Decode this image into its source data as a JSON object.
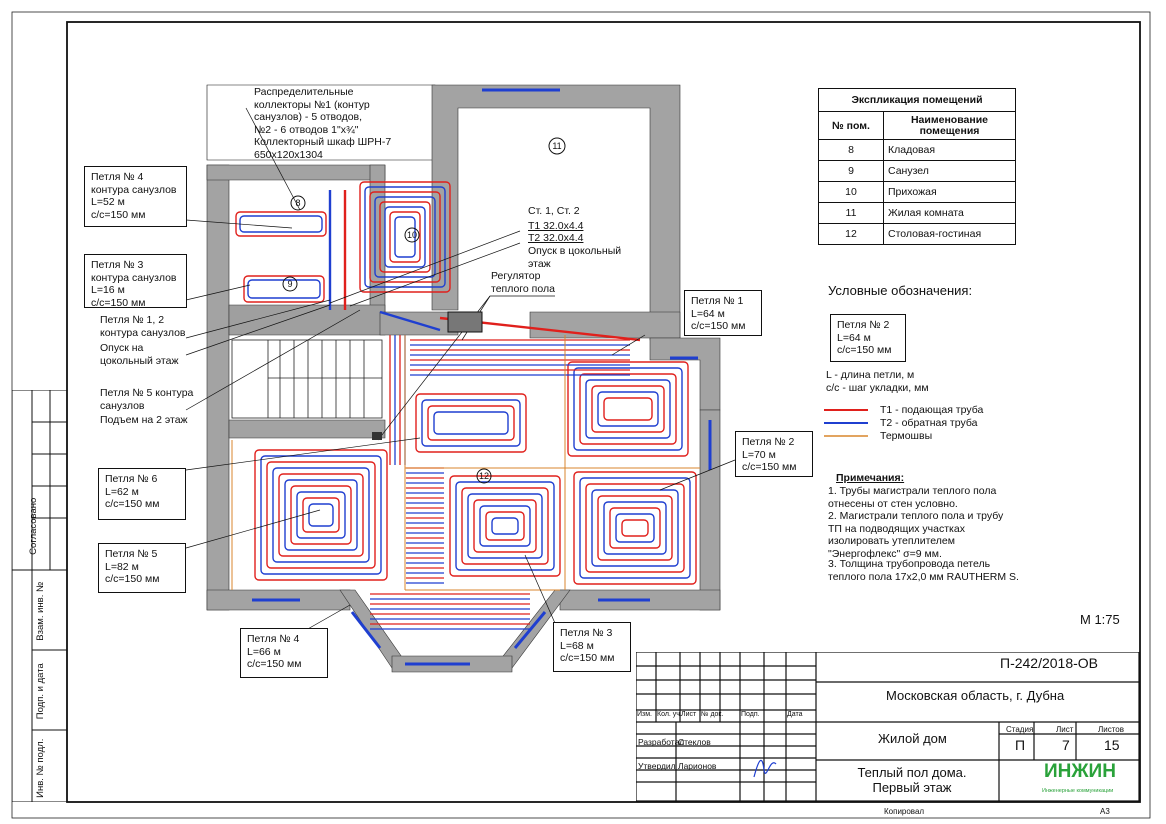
{
  "collector_note": "Распределительные\nколлекторы №1 (контур\nсанузлов) - 5 отводов,\n№2 - 6 отводов 1\"х¾\"\nКоллекторный шкаф ШРН-7\n650х120х1304",
  "loops": {
    "l4_wet": "Петля № 4\nконтура санузлов\nL=52 м\nс/с=150 мм",
    "l3_wet": "Петля № 3\nконтура санузлов\nL=16 м\nс/с=150 мм",
    "l12_wet": "Петля № 1, 2\nконтура санузлов",
    "descent": "Опуск на\nцокольный этаж",
    "l5_wet": "Петля № 5 контура\nсанузлов",
    "rise": "Подъем на 2 этаж",
    "l6": "Петля № 6\nL=62 м\nс/с=150 мм",
    "l5": "Петля № 5\nL=82 м\nс/с=150 мм",
    "l4": "Петля № 4\nL=66 м\nс/с=150 мм",
    "l3": "Петля № 3\nL=68 м\nс/с=150 мм",
    "l1": "Петля № 1\nL=64 м\nс/с=150 мм",
    "l2": "Петля № 2\nL=70 м\nс/с=150 мм"
  },
  "risers": {
    "title": "Ст. 1, Ст. 2",
    "t1": "Т1 32.0х4.4",
    "t2": "Т2 32.0х4.4",
    "descent": "Опуск в цокольный\nэтаж"
  },
  "regulator": "Регулятор\nтеплого пола",
  "room_marks": [
    "8",
    "9",
    "10",
    "11",
    "12"
  ],
  "explication": {
    "title": "Экспликация помещений",
    "col_num": "№ пом.",
    "col_name": "Наименование\nпомещения",
    "rows": [
      [
        "8",
        "Кладовая"
      ],
      [
        "9",
        "Санузел"
      ],
      [
        "10",
        "Прихожая"
      ],
      [
        "11",
        "Жилая комната"
      ],
      [
        "12",
        "Столовая-гостиная"
      ]
    ]
  },
  "legend": {
    "title": "Условные обозначения:",
    "sample": "Петля № 2\nL=64 м\nс/с=150 мм",
    "notes": "L - длина петли, м\nс/с - шаг укладки, мм",
    "t1": "Т1 - подающая труба",
    "t2": "Т2 - обратная труба",
    "thermo": "Термошвы",
    "colors": {
      "t1": "#e0201c",
      "t2": "#1f3fd0",
      "thermo": "#d9862c"
    }
  },
  "remarks": {
    "title": "Примечания:",
    "items": [
      "   1.   Трубы магистрали теплого пола\n  отнесены от стен условно.",
      "   2.   Магистрали теплого пола и трубу\nТП на подводящих участках\nизолировать утеплителем\n\"Энергофлекс\" σ=9 мм.",
      "   3.   Толщина трубопровода петель\nтеплого пола 17х2,0 мм RAUTHERM S."
    ]
  },
  "scale": "М 1:75",
  "side_stamp": {
    "agreed": "Согласовано",
    "inv_repl": "Взам. инв. №",
    "sign_date": "Подп. и дата",
    "inv_orig": "Инв. № подл."
  },
  "title_block": {
    "code": "П-242/2018-ОВ",
    "location": "Московская область, г. Дубна",
    "headers": [
      "Изм.",
      "Кол. уч.",
      "Лист",
      "№ док.",
      "Подп.",
      "Дата"
    ],
    "developer_role": "Разработал",
    "developer": "Стеклов",
    "approver_role": "Утвердил",
    "approver": "Ларионов",
    "object": "Жилой дом",
    "stage_label": "Стадия",
    "sheet_label": "Лист",
    "sheets_label": "Листов",
    "stage": "П",
    "sheet": "7",
    "sheets": "15",
    "drawing": "Теплый пол дома.\nПервый этаж",
    "logo": "ИНЖИН",
    "logo_sub": "Инженерные коммуникации",
    "copied": "Копировал",
    "format": "А3"
  }
}
